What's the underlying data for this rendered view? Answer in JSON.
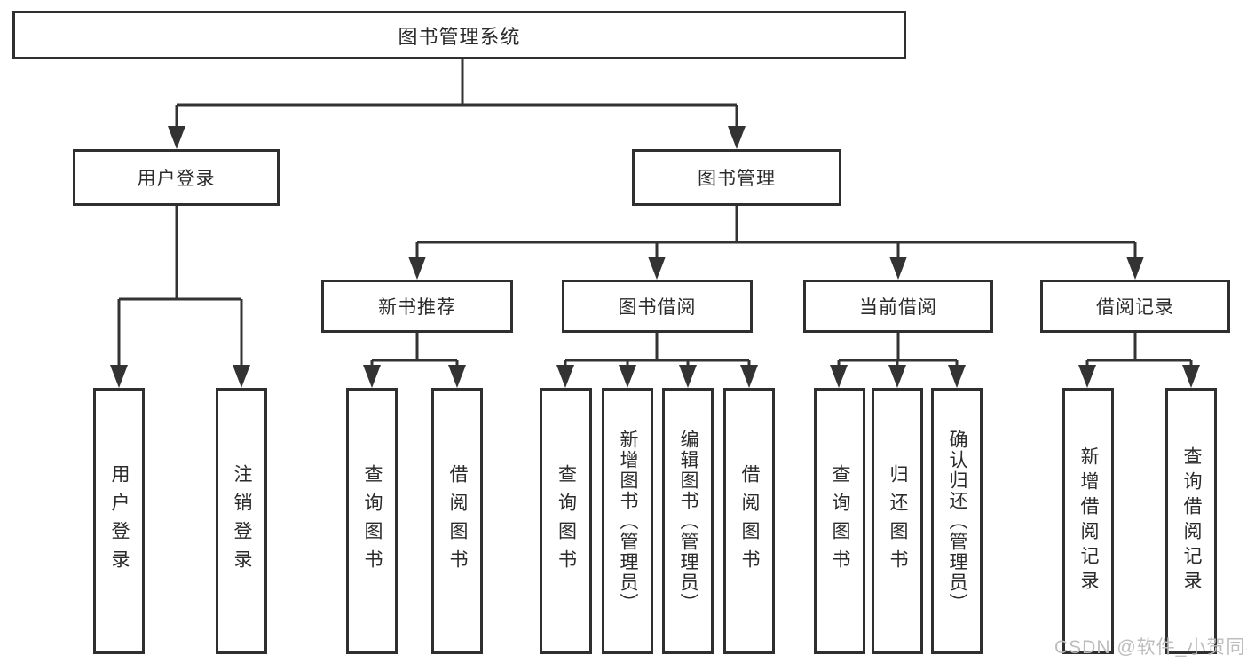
{
  "diagram": {
    "type": "hierarchy-tree",
    "tree": {
      "root": {
        "label": "图书管理系统"
      },
      "branches": [
        {
          "label": "用户登录",
          "leaves": [
            "用户登录",
            "注销登录"
          ]
        },
        {
          "label": "图书管理",
          "groups": [
            {
              "label": "新书推荐",
              "leaves": [
                "查询图书",
                "借阅图书"
              ]
            },
            {
              "label": "图书借阅",
              "leaves": [
                "查询图书",
                "新增图书（管理员）",
                "编辑图书（管理员）",
                "借阅图书"
              ]
            },
            {
              "label": "当前借阅",
              "leaves": [
                "查询图书",
                "归还图书",
                "确认归还（管理员）"
              ]
            },
            {
              "label": "借阅记录",
              "leaves": [
                "新增借阅记录",
                "查询借阅记录"
              ]
            }
          ]
        }
      ]
    },
    "colors": {
      "line": "#333333",
      "box_border": "#2f2f2f",
      "box_fill": "#ffffff",
      "text": "#2b2b2b",
      "watermark": "#bdbdbd",
      "background": "#ffffff"
    }
  },
  "watermark": "CSDN @软件_小贺同学"
}
